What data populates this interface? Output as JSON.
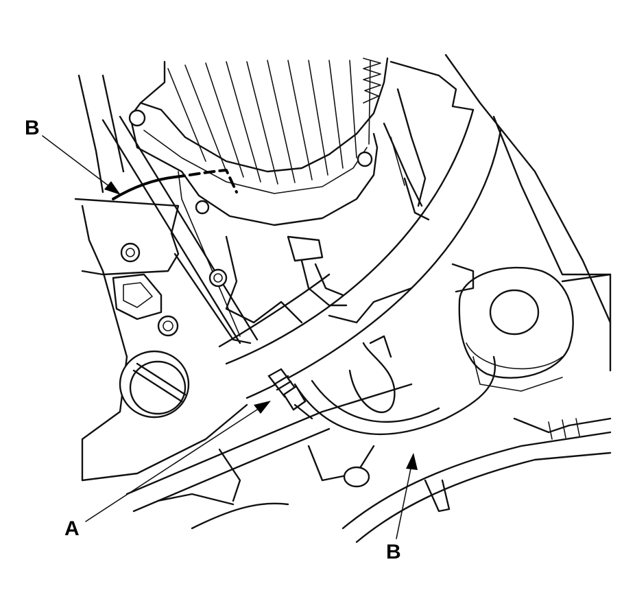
{
  "callouts": {
    "a": "A",
    "b_top": "B",
    "b_bottom": "B"
  }
}
